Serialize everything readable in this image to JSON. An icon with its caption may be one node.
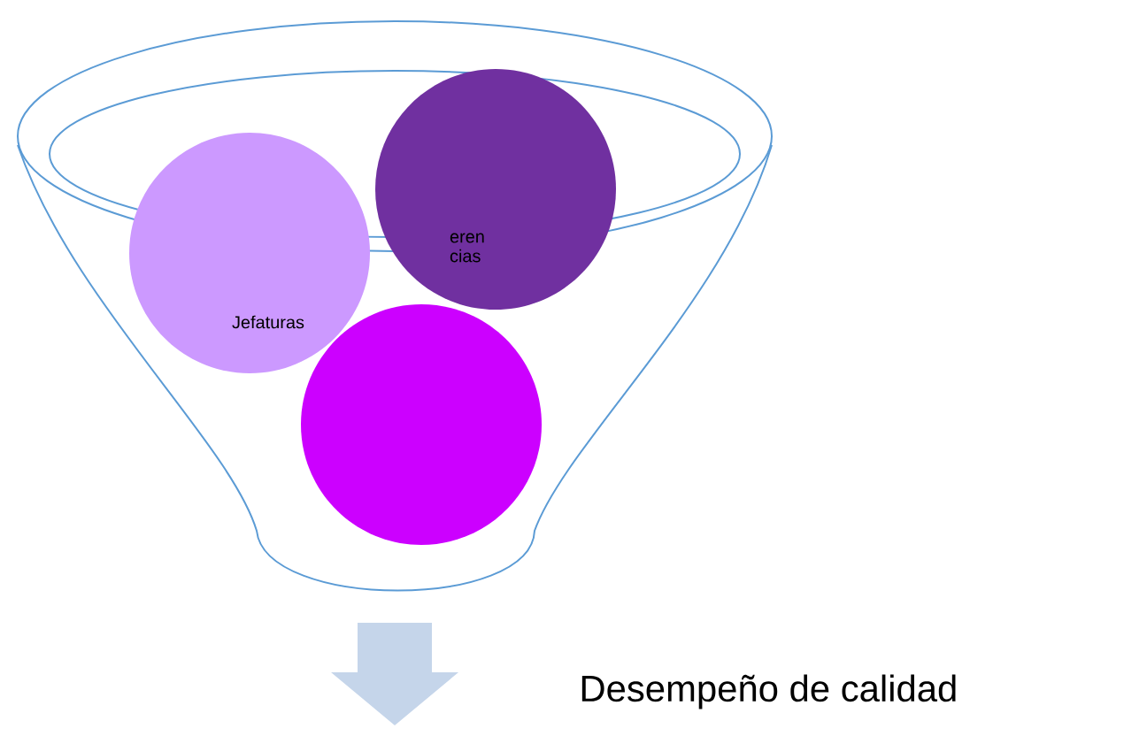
{
  "diagram": {
    "nodes": [
      {
        "text": [],
        "shape": "funnel"
      },
      {
        "text": [
          "Jefaturas"
        ],
        "in": 0
      },
      {
        "text": [
          "eren cias"
        ],
        "in": 0
      },
      {
        "text": [],
        "shape": "circle",
        "in": 0
      },
      {
        "text": [
          "Desempeño de calidad"
        ]
      }
    ]
  }
}
